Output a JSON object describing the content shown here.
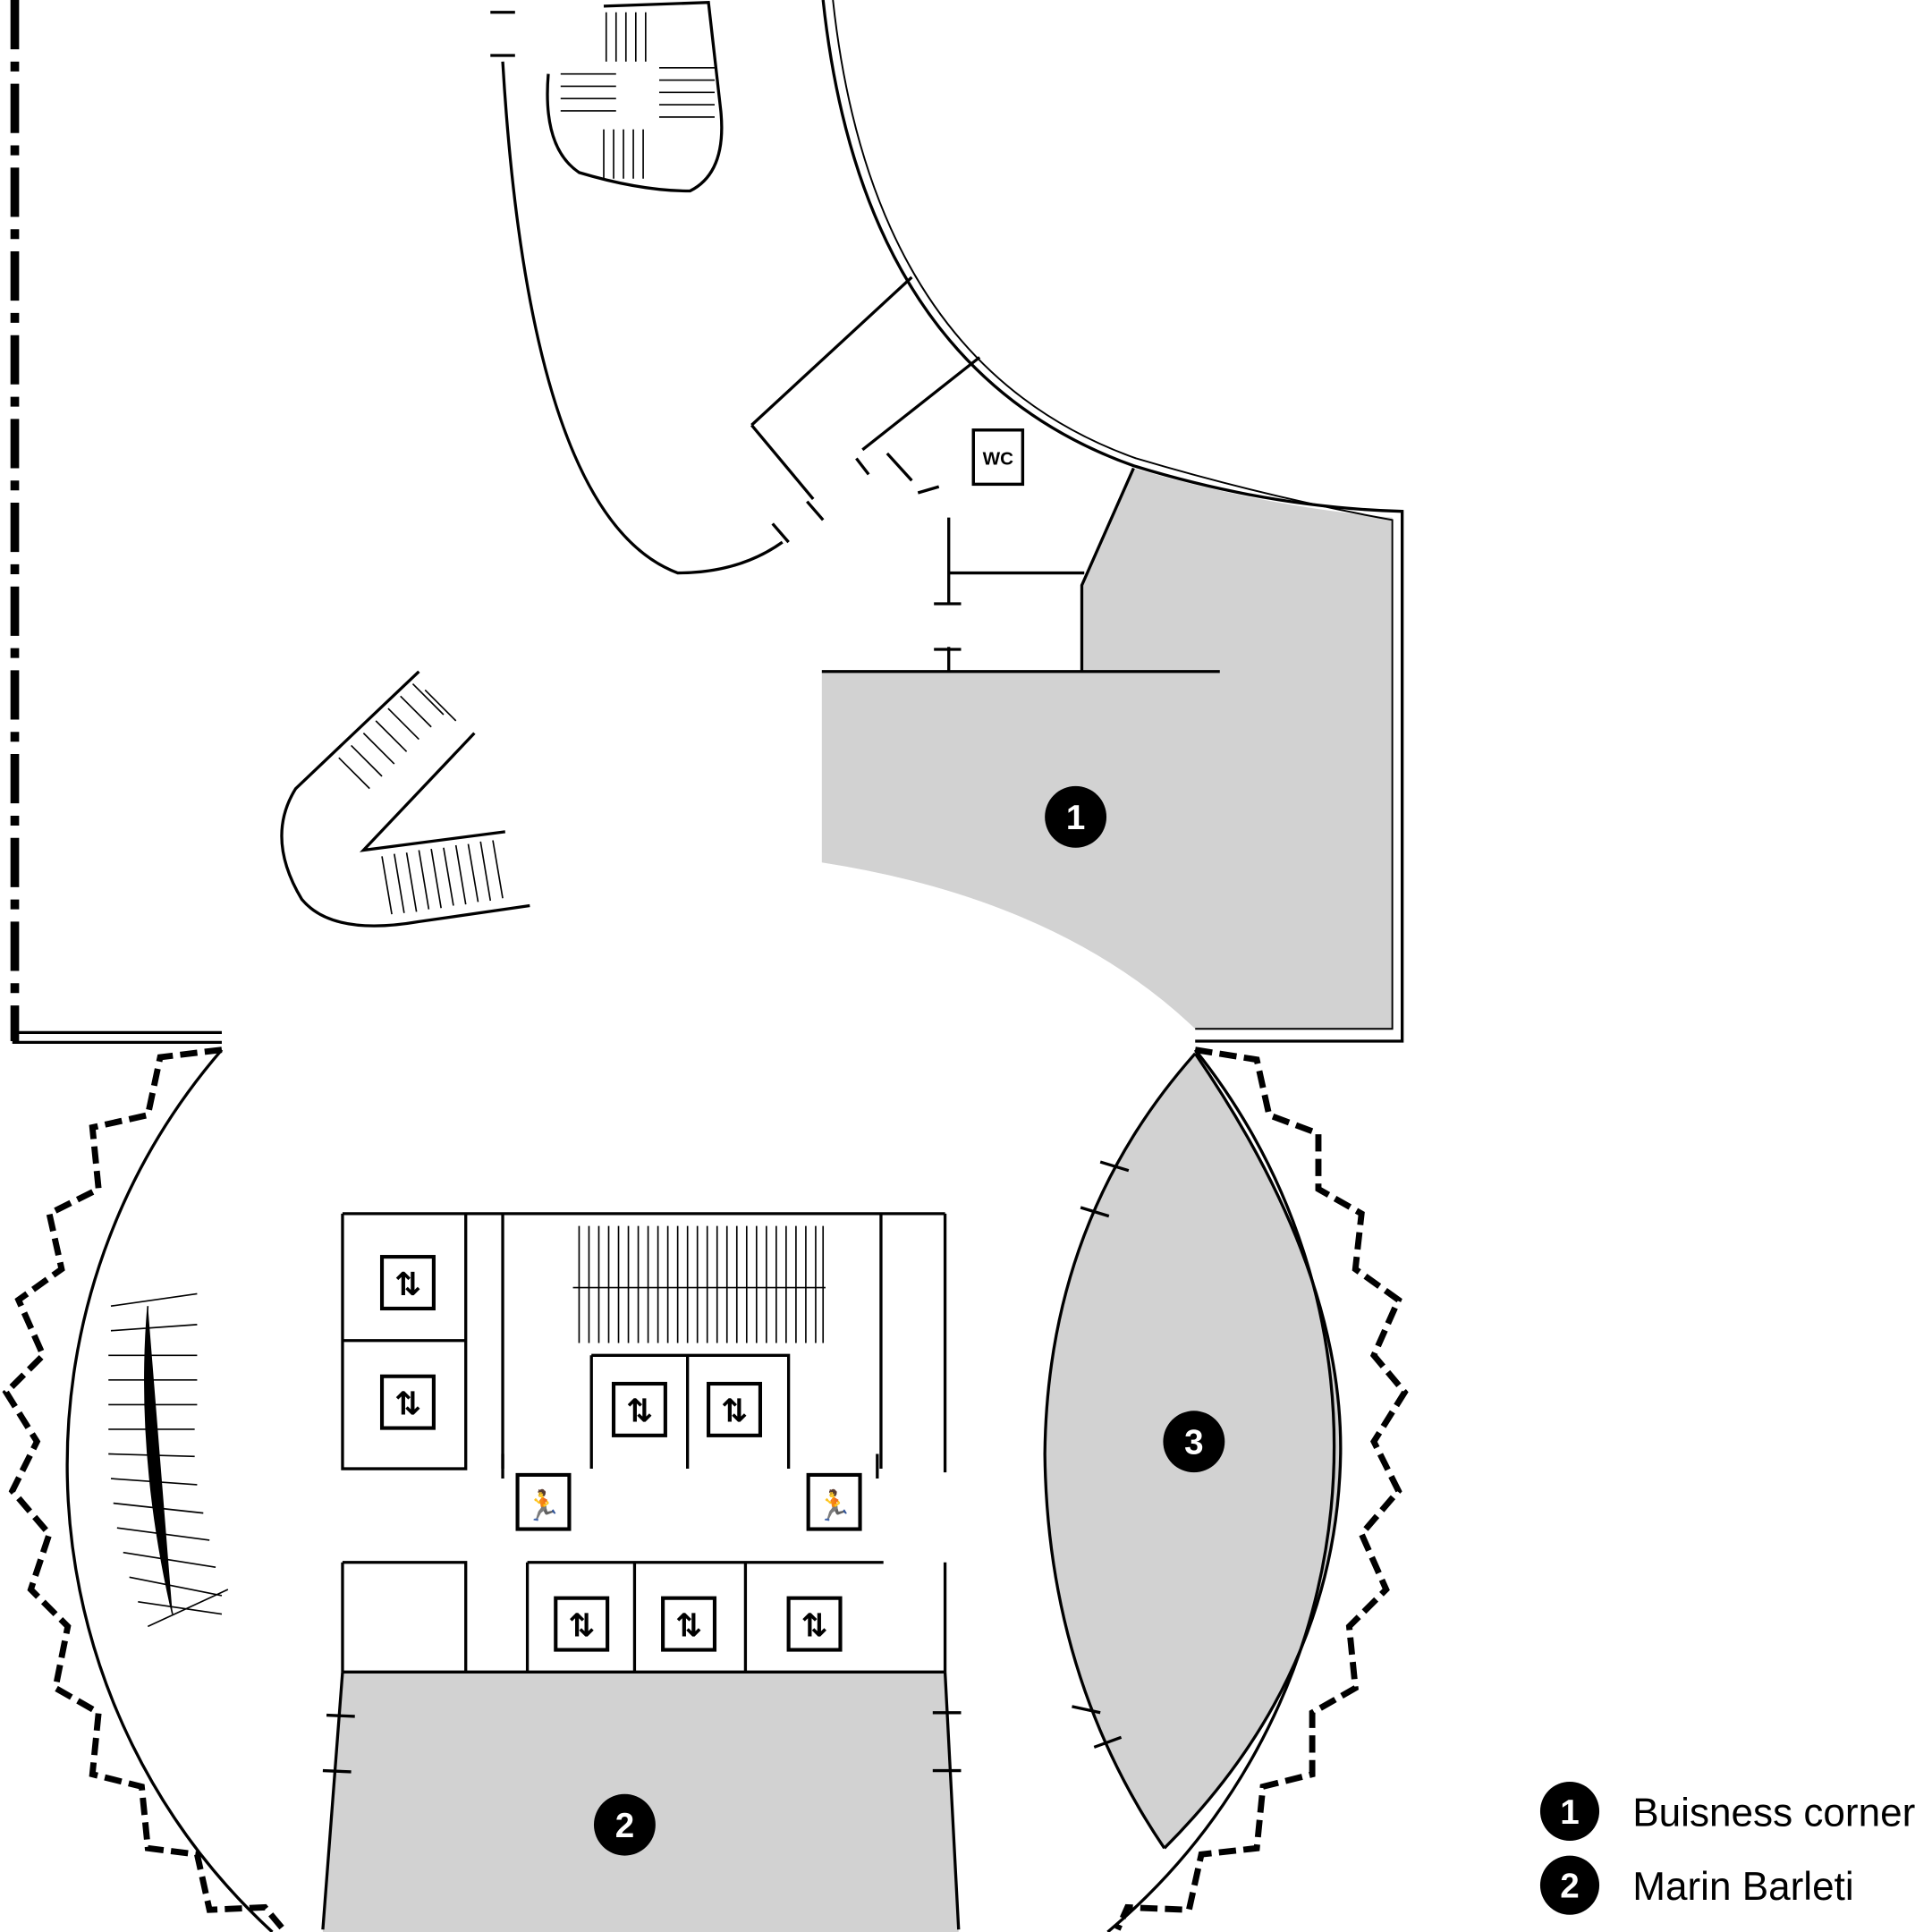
{
  "plan": {
    "zones": [
      {
        "number": "1",
        "label": "Buisness corner"
      },
      {
        "number": "2",
        "label": "Marin Barleti"
      },
      {
        "number": "3",
        "label": ""
      }
    ],
    "wc_label": "WC",
    "elevator_icon": "elevator-up-down-arrows",
    "exit_icon": "emergency-exit-running-man",
    "colors": {
      "zone_fill": "#d2d2d2",
      "marker": "#000000",
      "line": "#000000"
    }
  },
  "legend": [
    {
      "number": "1",
      "label": "Buisness corner"
    },
    {
      "number": "2",
      "label": "Marin Barleti"
    }
  ]
}
